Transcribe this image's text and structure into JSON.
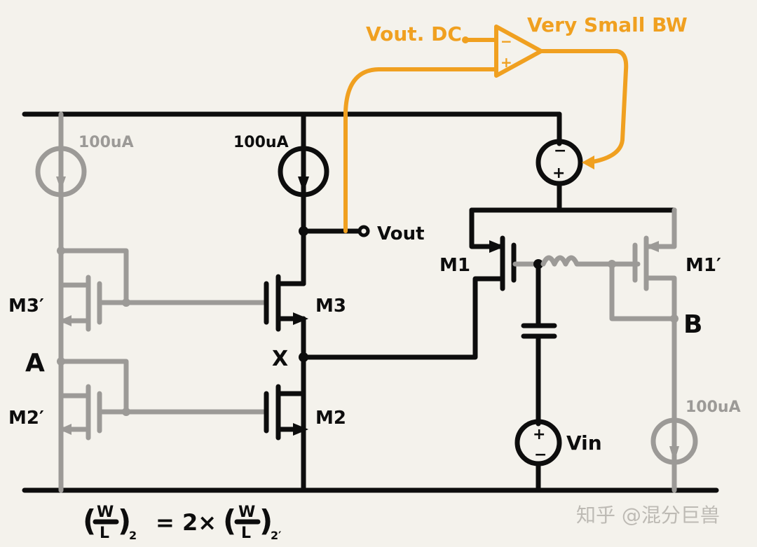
{
  "colors": {
    "background": "#f4f2ec",
    "main_circuit": "#0d0d0d",
    "replica_circuit": "#9c9a97",
    "feedback_loop": "#f0a020"
  },
  "labels": {
    "current_source_left": "100uA",
    "current_source_main": "100uA",
    "current_source_right": "100uA",
    "vout": "Vout",
    "vout_dc": "Vout. DC",
    "opamp_note": "Very Small BW",
    "opamp_minus": "−",
    "opamp_plus": "+",
    "vsrc_top_minus": "−",
    "vsrc_top_plus": "+",
    "vin": "Vin",
    "vin_plus": "+",
    "vin_minus": "−",
    "m1": "M1",
    "m1_prime": "M1′",
    "m2": "M2",
    "m2_prime": "M2′",
    "m3": "M3",
    "m3_prime": "M3′",
    "node_a": "A",
    "node_b": "B",
    "node_x": "X"
  },
  "equation": {
    "lhs_num": "W",
    "lhs_den": "L",
    "lhs_sub": "2",
    "operator": "= 2×",
    "rhs_num": "W",
    "rhs_den": "L",
    "rhs_sub": "2′"
  },
  "watermark": "知乎 @混分巨兽"
}
